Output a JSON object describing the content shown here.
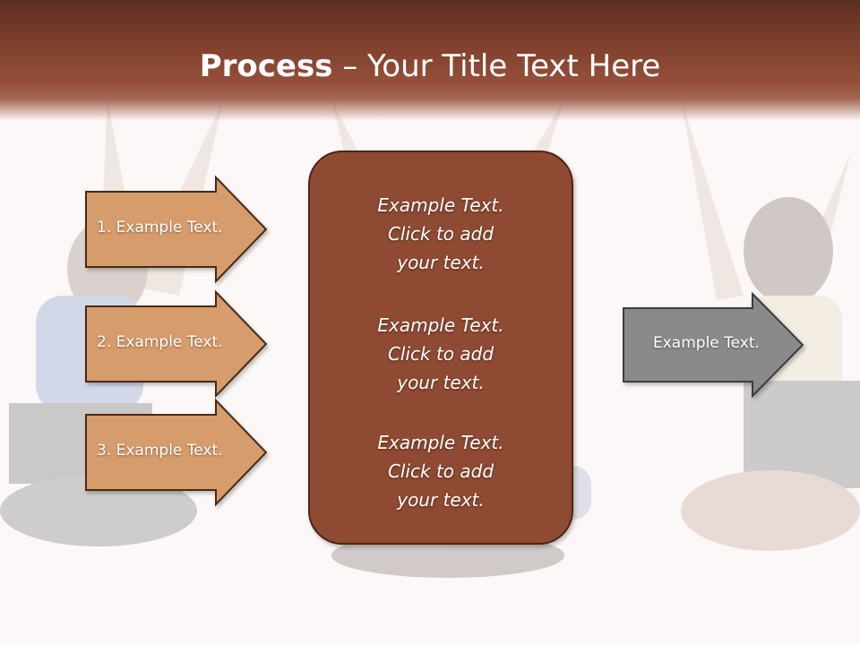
{
  "title": {
    "bold": "Process",
    "rest": " – Your Title Text Here"
  },
  "steps": [
    {
      "label": "1. Example Text."
    },
    {
      "label": "2. Example Text."
    },
    {
      "label": "3. Example Text."
    }
  ],
  "center_blocks": [
    {
      "line1": "Example Text.",
      "line2": "Click  to add",
      "line3": "your text."
    },
    {
      "line1": "Example Text.",
      "line2": "Click  to add",
      "line3": "your text."
    },
    {
      "line1": "Example Text.",
      "line2": "Click  to add",
      "line3": "your text."
    }
  ],
  "result": {
    "label": "Example Text."
  },
  "colors": {
    "header": "#8c4a35",
    "step_arrow_fill": "#d79c6c",
    "step_arrow_stroke": "#4a2a18",
    "center_box_fill": "#8e4a32",
    "result_arrow_fill": "#8a8a8a"
  }
}
